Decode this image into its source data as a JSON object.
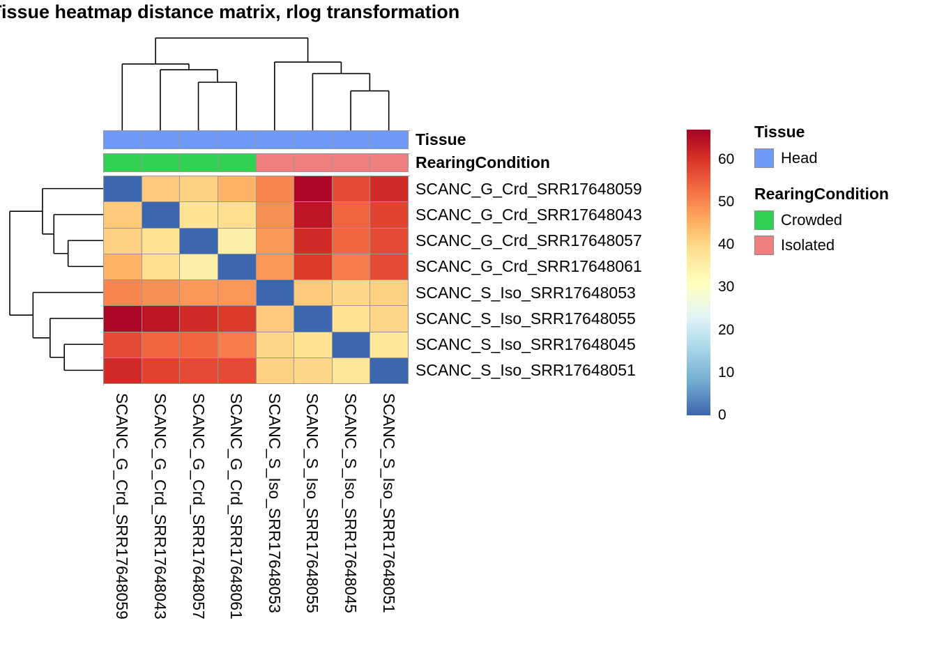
{
  "title": "Tissue heatmap distance matrix, rlog transformation",
  "chart_data": {
    "type": "heatmap",
    "title": "Tissue heatmap distance matrix, rlog transformation",
    "sample_labels": [
      "SCANC_G_Crd_SRR17648059",
      "SCANC_G_Crd_SRR17648043",
      "SCANC_G_Crd_SRR17648057",
      "SCANC_G_Crd_SRR17648061",
      "SCANC_S_Iso_SRR17648053",
      "SCANC_S_Iso_SRR17648055",
      "SCANC_S_Iso_SRR17648045",
      "SCANC_S_Iso_SRR17648051"
    ],
    "matrix": [
      [
        0,
        42,
        41,
        45,
        50,
        66,
        57,
        61
      ],
      [
        42,
        0,
        38,
        39,
        49,
        64,
        54,
        58
      ],
      [
        41,
        38,
        0,
        35,
        48,
        61,
        54,
        57
      ],
      [
        45,
        39,
        35,
        0,
        48,
        59,
        51,
        57
      ],
      [
        50,
        49,
        48,
        48,
        0,
        42,
        40,
        41
      ],
      [
        66,
        64,
        61,
        59,
        42,
        0,
        38,
        40
      ],
      [
        57,
        54,
        54,
        51,
        40,
        38,
        0,
        37
      ],
      [
        61,
        58,
        57,
        57,
        41,
        40,
        37,
        0
      ]
    ],
    "value_min": 0,
    "value_max": 67,
    "palette_stops": [
      [
        0.0,
        "#3C66AD"
      ],
      [
        0.12,
        "#74ADD1"
      ],
      [
        0.24,
        "#ABD9E9"
      ],
      [
        0.34,
        "#E0F3F8"
      ],
      [
        0.46,
        "#FFFFBF"
      ],
      [
        0.58,
        "#FEE090"
      ],
      [
        0.68,
        "#FDAE61"
      ],
      [
        0.79,
        "#F46D43"
      ],
      [
        0.9,
        "#D73027"
      ],
      [
        1.0,
        "#A50026"
      ]
    ],
    "col_tree": [
      [
        2,
        3,
        0.5
      ],
      [
        1,
        8,
        0.63
      ],
      [
        0,
        9,
        0.69
      ],
      [
        6,
        7,
        0.41
      ],
      [
        5,
        11,
        0.59
      ],
      [
        4,
        12,
        0.71
      ],
      [
        10,
        13,
        0.96
      ]
    ],
    "row_tree": [
      [
        2,
        3,
        0.37
      ],
      [
        1,
        8,
        0.52
      ],
      [
        0,
        9,
        0.64
      ],
      [
        6,
        7,
        0.41
      ],
      [
        5,
        11,
        0.56
      ],
      [
        4,
        12,
        0.74
      ],
      [
        10,
        13,
        0.985
      ]
    ],
    "annotations": [
      {
        "name": "Tissue",
        "values": [
          "Head",
          "Head",
          "Head",
          "Head",
          "Head",
          "Head",
          "Head",
          "Head"
        ]
      },
      {
        "name": "RearingCondition",
        "values": [
          "Crowded",
          "Crowded",
          "Crowded",
          "Crowded",
          "Isolated",
          "Isolated",
          "Isolated",
          "Isolated"
        ]
      }
    ],
    "annotation_colors": {
      "Head": "#6F9AF8",
      "Crowded": "#31D151",
      "Isolated": "#F08080"
    },
    "colorbar_ticks": [
      60,
      50,
      40,
      30,
      20,
      10,
      0
    ],
    "legend_groups": [
      {
        "title": "Tissue",
        "items": [
          {
            "label": "Head",
            "key": "Head"
          }
        ]
      },
      {
        "title": "RearingCondition",
        "items": [
          {
            "label": "Crowded",
            "key": "Crowded"
          },
          {
            "label": "Isolated",
            "key": "Isolated"
          }
        ]
      }
    ]
  }
}
